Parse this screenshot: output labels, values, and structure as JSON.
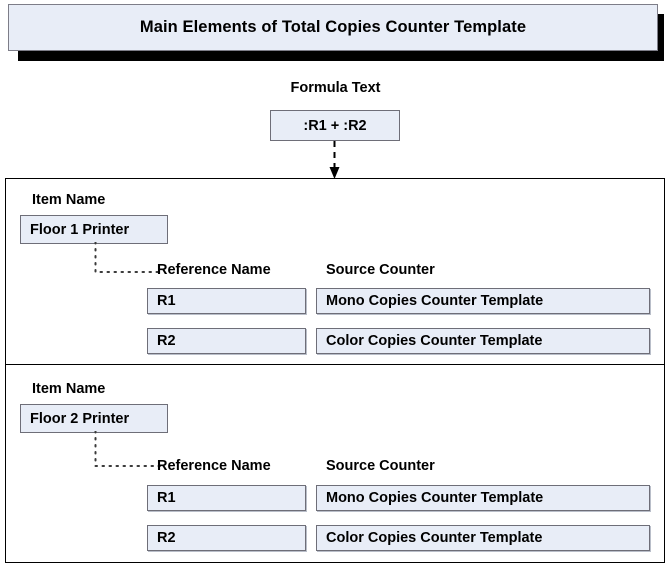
{
  "title": {
    "text": "Main Elements of Total Copies Counter Template"
  },
  "formula": {
    "label": "Formula Text",
    "value": ":R1 + :R2",
    "arrow_icon": "down-arrow-dashed-icon"
  },
  "columns": {
    "item_name": "Item Name",
    "reference_name": "Reference Name",
    "source_counter": "Source Counter"
  },
  "sections": [
    {
      "item_name_label": "Item Name",
      "item_name_value": "Floor 1 Printer",
      "reference_header": "Reference Name",
      "source_header": "Source Counter",
      "rows": [
        {
          "reference": "R1",
          "source": "Mono Copies Counter Template"
        },
        {
          "reference": "R2",
          "source": "Color Copies Counter Template"
        }
      ]
    },
    {
      "item_name_label": "Item Name",
      "item_name_value": "Floor 2 Printer",
      "reference_header": "Reference Name",
      "source_header": "Source Counter",
      "rows": [
        {
          "reference": "R1",
          "source": "Mono Copies Counter Template"
        },
        {
          "reference": "R2",
          "source": "Color Copies Counter Template"
        }
      ]
    }
  ],
  "colors": {
    "box_fill": "#e8edf7",
    "box_border": "#6e6e78",
    "frame_border": "#000000",
    "shadow": "#000000",
    "text": "#000000"
  }
}
